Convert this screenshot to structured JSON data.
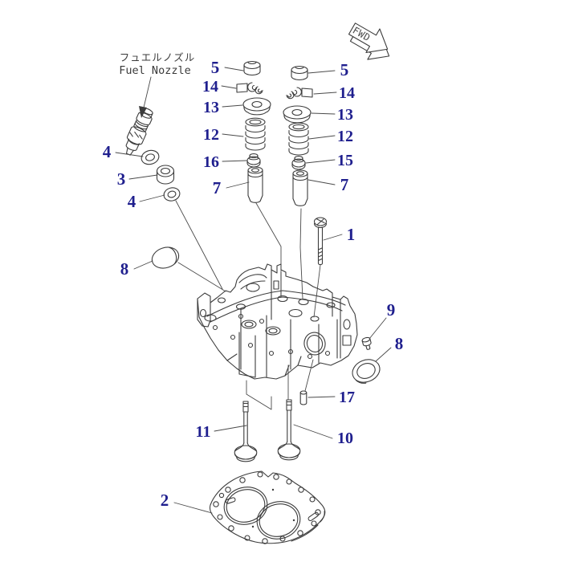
{
  "colors": {
    "callout_text": "#1f1f8e",
    "line_art": "#3c3c3c",
    "background": "#ffffff"
  },
  "annotation": {
    "jp": "フュエルノズル",
    "en": "Fuel Nozzle"
  },
  "fwd_marker": {
    "label": "FWD"
  },
  "callouts": {
    "five_left": "5",
    "fourteen_left": "14",
    "thirteen_left": "13",
    "twelve_left": "12",
    "sixteen_left": "16",
    "seven_left": "7",
    "five_right": "5",
    "fourteen_right": "14",
    "thirteen_right": "13",
    "twelve_right": "12",
    "fifteen_right": "15",
    "seven_right": "7",
    "four_upper": "4",
    "three": "3",
    "four_lower": "4",
    "eight_left": "8",
    "one": "1",
    "nine": "9",
    "eight_right": "8",
    "seventeen": "17",
    "eleven": "11",
    "ten": "10",
    "two": "2"
  }
}
